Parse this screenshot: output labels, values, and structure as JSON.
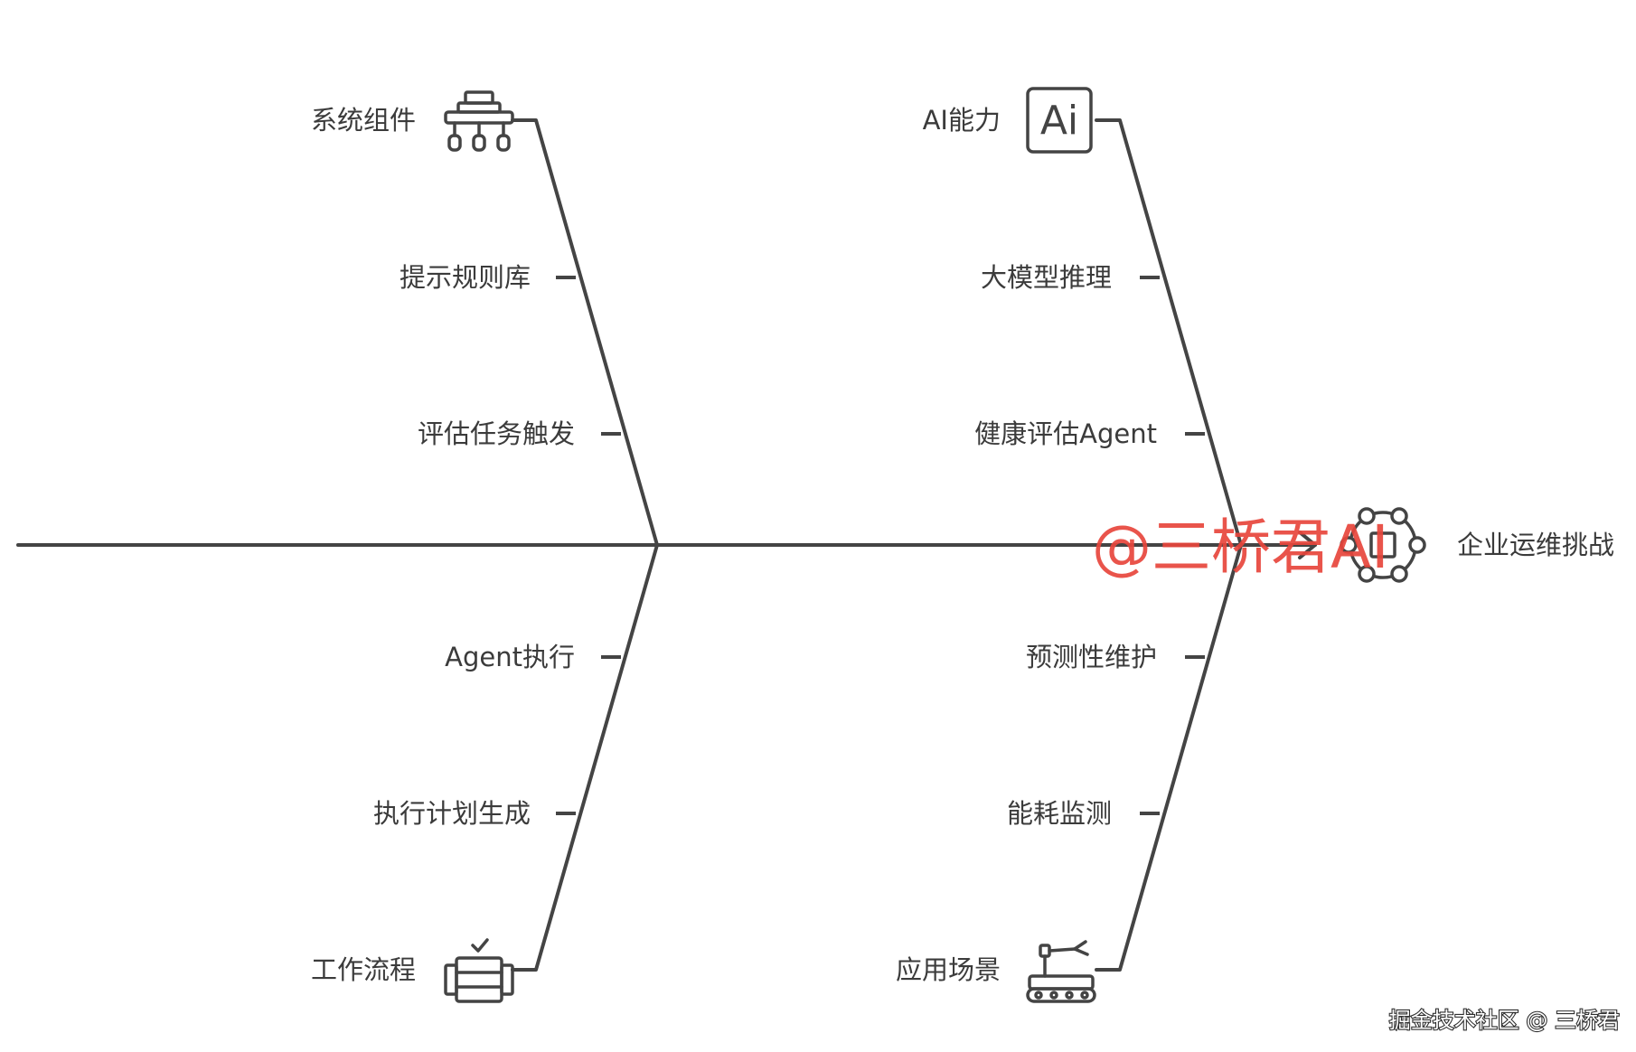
{
  "diagram": {
    "head_label": "企业运维挑战",
    "categories": {
      "system_components": "系统组件",
      "ai_capability": "AI能力",
      "workflow": "工作流程",
      "application_scenarios": "应用场景"
    },
    "causes": {
      "prompt_rule_library": "提示规则库",
      "evaluation_task_trigger": "评估任务触发",
      "llm_inference": "大模型推理",
      "health_assessment_agent": "健康评估Agent",
      "agent_execution": "Agent执行",
      "execution_plan_generation": "执行计划生成",
      "predictive_maintenance": "预测性维护",
      "energy_monitoring": "能耗监测"
    }
  },
  "watermark": {
    "overlay_text": "@三桥君AI",
    "overlay_color": "#e8463c",
    "credit_text": "掘金技术社区 @ 三桥君"
  },
  "icons": {
    "system_components": "robot-components-icon",
    "ai_capability": "ai-box-icon",
    "workflow": "server-checklist-icon",
    "application_scenarios": "robotic-arm-vehicle-icon",
    "head": "network-hub-icon"
  },
  "colors": {
    "line": "#444444",
    "text": "#3b3b3b",
    "background": "#ffffff"
  }
}
